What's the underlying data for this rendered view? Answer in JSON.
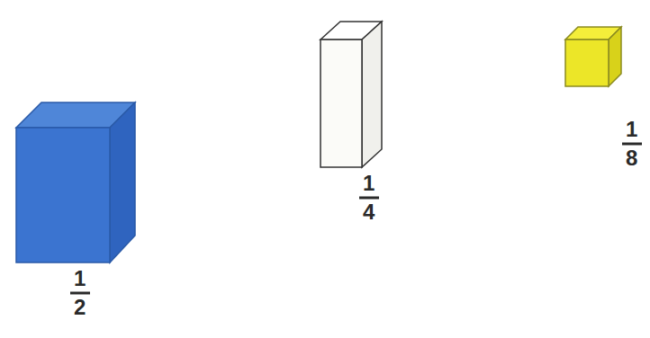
{
  "diagram": {
    "labels": [
      "1",
      "2",
      "1",
      "4",
      "1",
      "8"
    ]
  }
}
